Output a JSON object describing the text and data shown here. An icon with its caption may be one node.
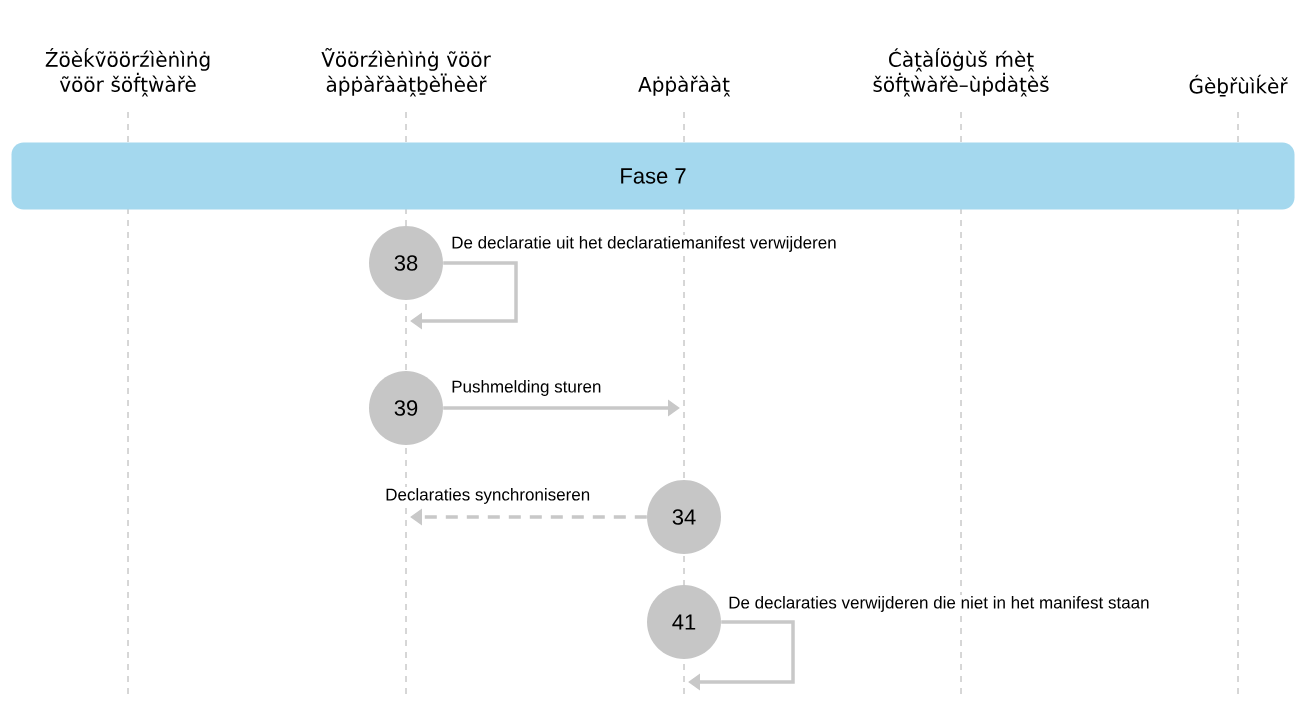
{
  "diagram": {
    "nodes": [
      {
        "text": [
          "Źöèḱṽöörźìèṅìṅġ ṽöör šöḟṱẁàřè"
        ]
      },
      {
        "text": [
          "Ṽöörźìèṅìṅġ ṽöör àṗṗàřààṱḇèḧèèř"
        ]
      },
      {
        "text": [
          "Aṗṗàřààṱ"
        ]
      },
      {
        "text": [
          "Ćàṱàĺöġùš ḿèṱ šöḟṱẁàřè–ùṗḋàṱèš"
        ]
      },
      {
        "text": [
          "Ǵèḇřùìḱèř"
        ]
      },
      {
        "text": [
          "Fase 7"
        ]
      },
      {
        "text": [
          "38"
        ]
      },
      {
        "text": [
          "39"
        ]
      },
      {
        "text": [
          "34"
        ]
      },
      {
        "text": [
          "41"
        ]
      }
    ],
    "edges": [
      {
        "from": 6,
        "to": null,
        "arrow": "to",
        "label": "De declaratie uit het declaratiemanifest verwijderen"
      },
      {
        "from": 7,
        "to": null,
        "arrow": "to",
        "label": "Pushmelding sturen"
      },
      {
        "from": 8,
        "to": null,
        "arrow": "to",
        "label": "Declaraties synchroniseren",
        "style": "dashed"
      },
      {
        "from": 9,
        "to": null,
        "arrow": "to",
        "label": "De declaraties verwijderen die niet in het manifest staan"
      }
    ]
  }
}
